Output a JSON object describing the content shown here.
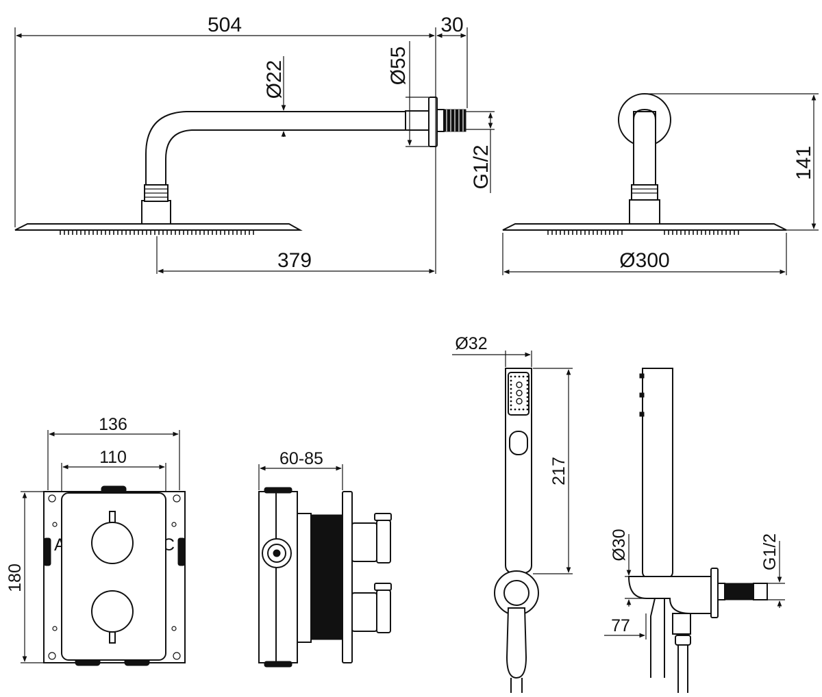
{
  "dimensions": {
    "arm_length": "504",
    "flange_depth": "30",
    "pipe_diameter": "Ø22",
    "flange_diameter": "Ø55",
    "thread": "G1/2",
    "arm_height": "141",
    "head_offset": "379",
    "head_diameter": "Ø300",
    "box_outer_width": "136",
    "plate_width": "110",
    "box_height": "180",
    "depth_range": "60-85",
    "handshower_diameter": "Ø32",
    "handshower_length": "217",
    "holder_diameter": "Ø30",
    "holder_thread": "G1/2",
    "holder_depth": "77"
  },
  "port_labels": {
    "left": "A",
    "right": "C"
  }
}
